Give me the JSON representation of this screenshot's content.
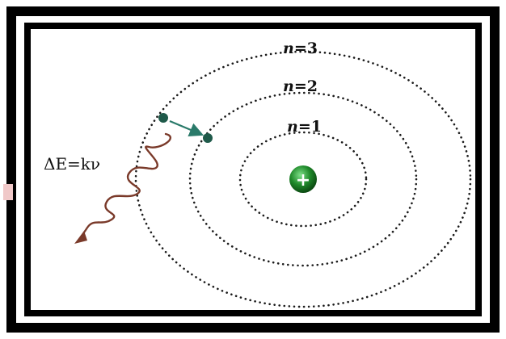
{
  "diagram": {
    "levels": [
      {
        "n_symbol": "n",
        "equals": "=",
        "value": "1"
      },
      {
        "n_symbol": "n",
        "equals": "=",
        "value": "2"
      },
      {
        "n_symbol": "n",
        "equals": "=",
        "value": "3"
      }
    ],
    "nucleus": {
      "sign": "+"
    },
    "photon_equation": "ΔE=kν",
    "colors": {
      "frame": "#000000",
      "orbit": "#1a1a1a",
      "nucleus": "#1f8a2a",
      "electron": "#1f5a4a",
      "transition_arrow": "#2a7a6a",
      "photon_wave": "#7a3a2a",
      "watermark": "#f0c8c8"
    }
  }
}
